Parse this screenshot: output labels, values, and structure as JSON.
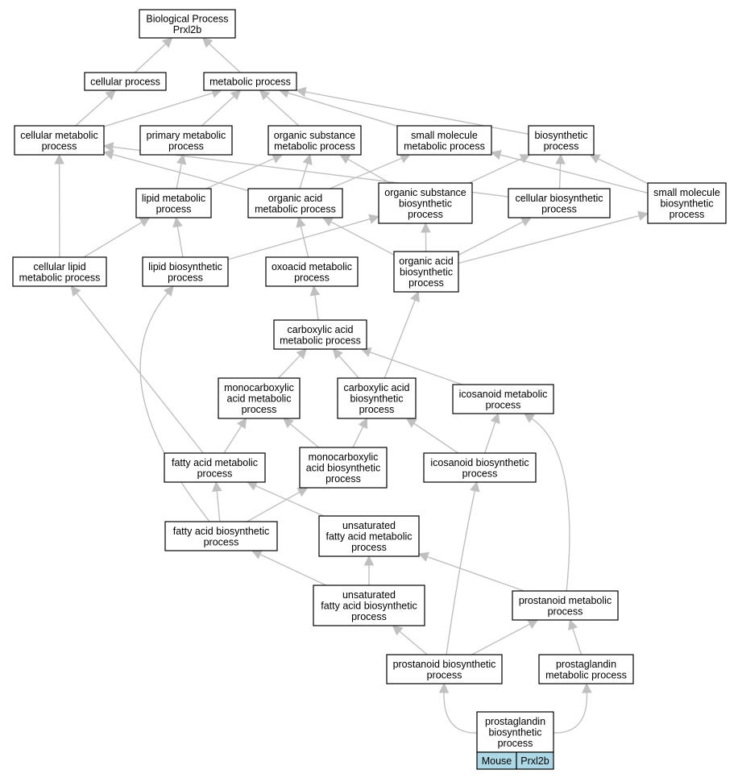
{
  "nodes": {
    "n_bp": [
      "Biological Process",
      "Prxl2b"
    ],
    "n_cell": [
      "cellular process"
    ],
    "n_met": [
      "metabolic process"
    ],
    "n_cellmet": [
      "cellular metabolic",
      "process"
    ],
    "n_prim": [
      "primary metabolic",
      "process"
    ],
    "n_orgsub": [
      "organic substance",
      "metabolic process"
    ],
    "n_small": [
      "small molecule",
      "metabolic process"
    ],
    "n_bios": [
      "biosynthetic",
      "process"
    ],
    "n_lipid": [
      "lipid metabolic",
      "process"
    ],
    "n_orgacid": [
      "organic acid",
      "metabolic process"
    ],
    "n_orgsubbio": [
      "organic substance",
      "biosynthetic",
      "process"
    ],
    "n_cellbio": [
      "cellular biosynthetic",
      "process"
    ],
    "n_smallbio": [
      "small molecule",
      "biosynthetic",
      "process"
    ],
    "n_celllip": [
      "cellular lipid",
      "metabolic process"
    ],
    "n_lipbio": [
      "lipid biosynthetic",
      "process"
    ],
    "n_oxo": [
      "oxoacid metabolic",
      "process"
    ],
    "n_orgacidbio": [
      "organic acid",
      "biosynthetic",
      "process"
    ],
    "n_carbox": [
      "carboxylic acid",
      "metabolic process"
    ],
    "n_monocarb": [
      "monocarboxylic",
      "acid metabolic",
      "process"
    ],
    "n_carbbio": [
      "carboxylic acid",
      "biosynthetic",
      "process"
    ],
    "n_icos": [
      "icosanoid metabolic",
      "process"
    ],
    "n_fatty": [
      "fatty acid metabolic",
      "process"
    ],
    "n_monobio": [
      "monocarboxylic",
      "acid biosynthetic",
      "process"
    ],
    "n_icosbio": [
      "icosanoid biosynthetic",
      "process"
    ],
    "n_fattybio": [
      "fatty acid biosynthetic",
      "process"
    ],
    "n_unsat": [
      "unsaturated",
      "fatty acid metabolic",
      "process"
    ],
    "n_unsatbio": [
      "unsaturated",
      "fatty acid biosynthetic",
      "process"
    ],
    "n_prostmet": [
      "prostanoid metabolic",
      "process"
    ],
    "n_prostbio": [
      "prostanoid biosynthetic",
      "process"
    ],
    "n_pgmet": [
      "prostaglandin",
      "metabolic process"
    ],
    "n_pgbio": [
      "prostaglandin",
      "biosynthetic",
      "process"
    ]
  },
  "gene_tags": {
    "species": "Mouse",
    "gene": "Prxl2b"
  },
  "colors": {
    "edge": "#c0c0c0",
    "tag_fill": "#add8e6",
    "border": "#000000"
  }
}
